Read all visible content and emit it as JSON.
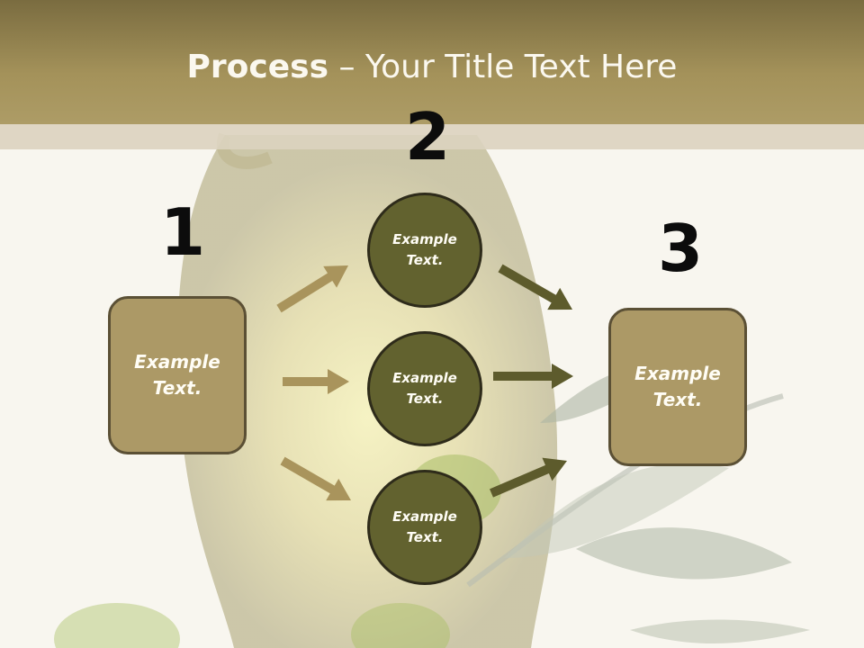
{
  "slide": {
    "title_bold": "Process",
    "title_rest": " – Your Title Text Here",
    "step_numbers": [
      "1",
      "2",
      "3"
    ],
    "left_box_text": "Example Text.",
    "right_box_text": "Example Text.",
    "circles": [
      "Example Text.",
      "Example Text.",
      "Example Text."
    ]
  },
  "colors": {
    "header": "#a4925a",
    "box_fill": "#ac9966",
    "circle_fill": "#62622f",
    "arrow_in": "#a9945c",
    "arrow_out": "#5d5b2c"
  }
}
